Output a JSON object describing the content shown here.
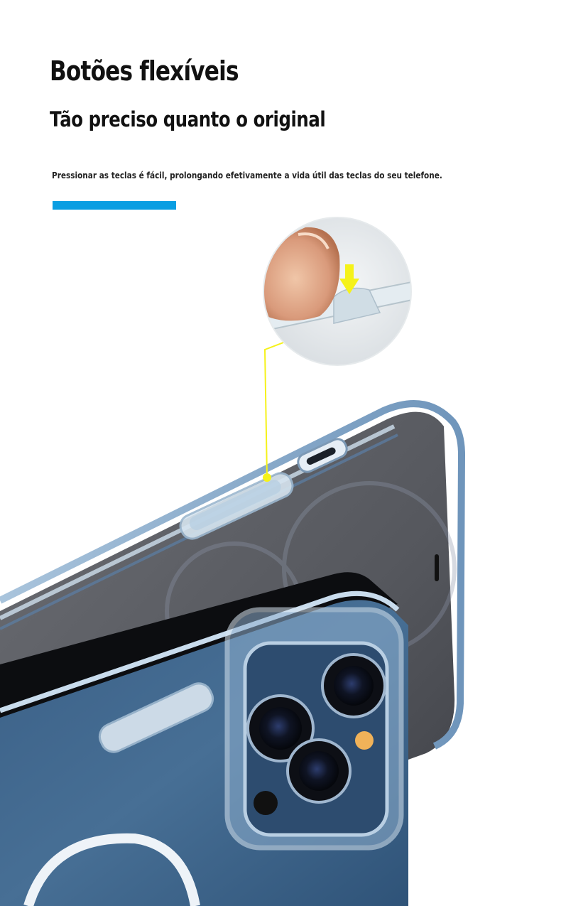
{
  "heading": {
    "title": "Botões flexíveis",
    "subtitle": "Tão preciso quanto o original",
    "description": "Pressionar as teclas é fácil, prolongando efetivamente a vida útil das teclas do seu telefone."
  },
  "colors": {
    "accent": "#0a9ee2",
    "callout_line": "#f5f21a",
    "case_edge": "#7fa6c8",
    "phone_back": "#3f6688",
    "screen": "#2a2e36"
  },
  "illustration": {
    "icon": "phone-case-icon",
    "callout_icon": "finger-press-icon",
    "arrow_icon": "arrow-down-icon"
  }
}
